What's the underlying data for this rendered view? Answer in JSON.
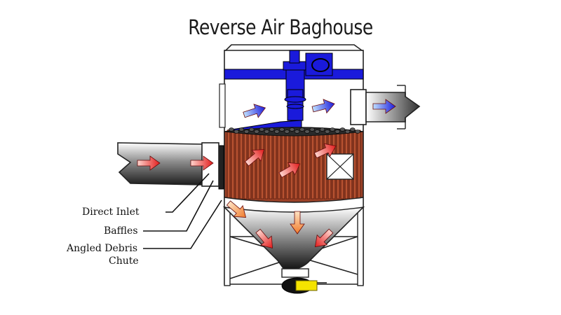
{
  "title": "Reverse Air Baghouse",
  "labels": {
    "direct_inlet": "Direct Inlet",
    "baffles": "Baffles",
    "angled_debris_chute_line1": "Angled Debris",
    "angled_debris_chute_line2": "Chute"
  },
  "colors": {
    "clean_air": "#1a1adb",
    "dirty_air": "#e21b1b",
    "bags": "#b14c2c",
    "outlet_valve": "#f4e300"
  }
}
